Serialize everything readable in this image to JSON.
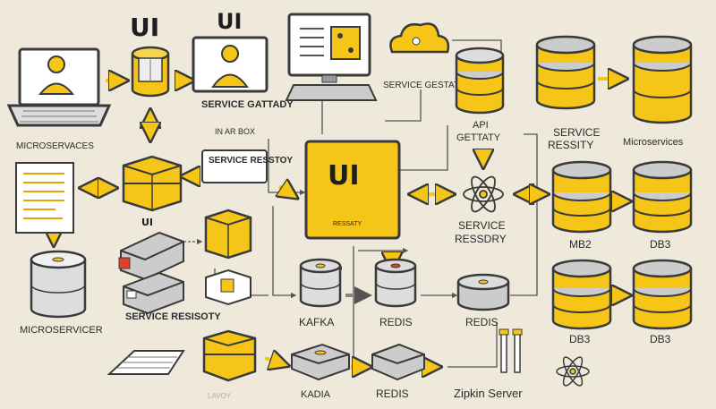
{
  "colors": {
    "background": "#efe9dc",
    "accent_yellow": "#f5c518",
    "outline": "#3a3a3a",
    "gray": "#b8b8b8"
  },
  "labels": {
    "ui_top_left": "UI",
    "ui_top_center": "UI",
    "service_gateway": "SERVICE GATTADY",
    "service_gateway_sub": "IN AR BOX",
    "microservices_left": "MICROSERVACES",
    "service_registry_box": "SERVICE RESSTOY",
    "ui_small": "UI",
    "microservicer": "MICROSERVICER",
    "service_resisoty": "SERVICE RESISOTY",
    "faint_bottom": "LAVOY",
    "service_gestaty": "SERVICE GESTATY",
    "ui_center": "UI",
    "ui_center_sub": "RESSATY",
    "api_gateway_1": "API",
    "api_gateway_2": "GETTATY",
    "service_ressdry_1": "SERVICE",
    "service_ressdry_2": "RESSDRY",
    "service_ressity_1": "SERVICE",
    "service_ressity_2": "RESSITY",
    "microservices_right": "Microservices",
    "mb2": "MB2",
    "db3_a": "DB3",
    "db3_b": "DB3",
    "db3_c": "DB3",
    "kafka_1": "KAFKA",
    "redis_1": "REDIS",
    "redis_2": "REDIS",
    "kafka_2": "KADIA",
    "redis_3": "REDIS",
    "zipkin": "Zipkin Server"
  },
  "icons": {
    "laptop": "laptop-icon",
    "monitor": "monitor-icon",
    "cloud": "cloud-icon",
    "database": "database-icon",
    "box": "box-icon",
    "server": "server-icon",
    "atom": "atom-icon",
    "document": "document-icon",
    "keyboard": "keyboard-icon"
  }
}
